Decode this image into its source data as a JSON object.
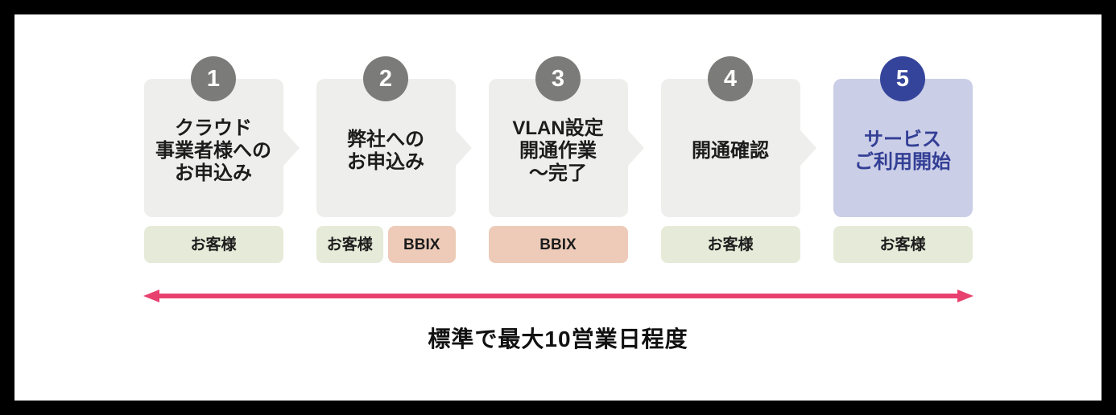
{
  "diagram": {
    "steps": [
      {
        "number": "1",
        "title": "クラウド\n事業者様への\nお申込み",
        "actors": [
          {
            "label": "お客様",
            "type": "customer"
          }
        ]
      },
      {
        "number": "2",
        "title": "弊社への\nお申込み",
        "actors": [
          {
            "label": "お客様",
            "type": "customer"
          },
          {
            "label": "BBIX",
            "type": "bbix"
          }
        ]
      },
      {
        "number": "3",
        "title": "VLAN設定\n開通作業\n～完了",
        "actors": [
          {
            "label": "BBIX",
            "type": "bbix"
          }
        ]
      },
      {
        "number": "4",
        "title": "開通確認",
        "actors": [
          {
            "label": "お客様",
            "type": "customer"
          }
        ]
      },
      {
        "number": "5",
        "title": "サービス\nご利用開始",
        "highlighted": true,
        "actors": [
          {
            "label": "お客様",
            "type": "customer"
          }
        ]
      }
    ],
    "caption": "標準で最大10営業日程度",
    "colors": {
      "card_bg": "#eeeeec",
      "circle_bg": "#7b7b79",
      "number_text": "#ffffff",
      "title_text": "#1c1c1c",
      "highlight_card_bg": "#cbcee7",
      "highlight_circle_bg": "#35449b",
      "highlight_title_text": "#333f95",
      "customer_badge_bg": "#e6ead8",
      "bbix_badge_bg": "#edcbb8",
      "badge_text": "#1c1c1c",
      "arrow": "#e8416f",
      "caption_text": "#111111"
    }
  }
}
